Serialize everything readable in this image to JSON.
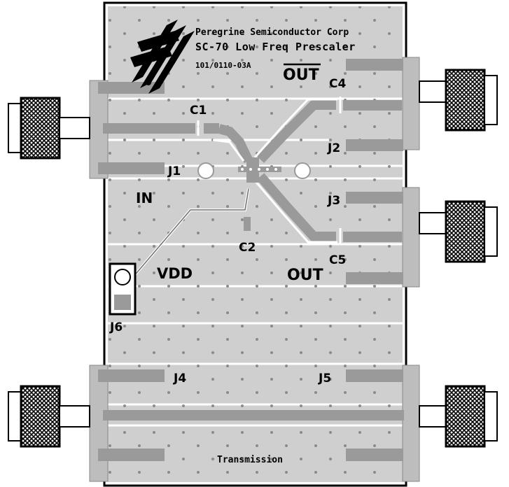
{
  "company_name": "Peregrine Semiconductor Corp",
  "board_name": "SC-70 Low Freq Prescaler",
  "part_number": "101/0110-03A",
  "labels": {
    "out_bar": "OUT",
    "out": "OUT",
    "in": "IN",
    "vdd": "VDD",
    "transmission": "Transmission"
  },
  "designators": {
    "c1": "C1",
    "c2": "C2",
    "c4": "C4",
    "c5": "C5",
    "j1": "J1",
    "j2": "J2",
    "j3": "J3",
    "j4": "J4",
    "j5": "J5",
    "j6": "J6"
  },
  "colors": {
    "board_fill": "#cfcfcf",
    "trace_gray": "#9a9a9a",
    "ink": "#000000",
    "gap": "#ffffff"
  },
  "icons": {
    "logo": "peregrine-logo",
    "connectors": "sma-connector"
  }
}
